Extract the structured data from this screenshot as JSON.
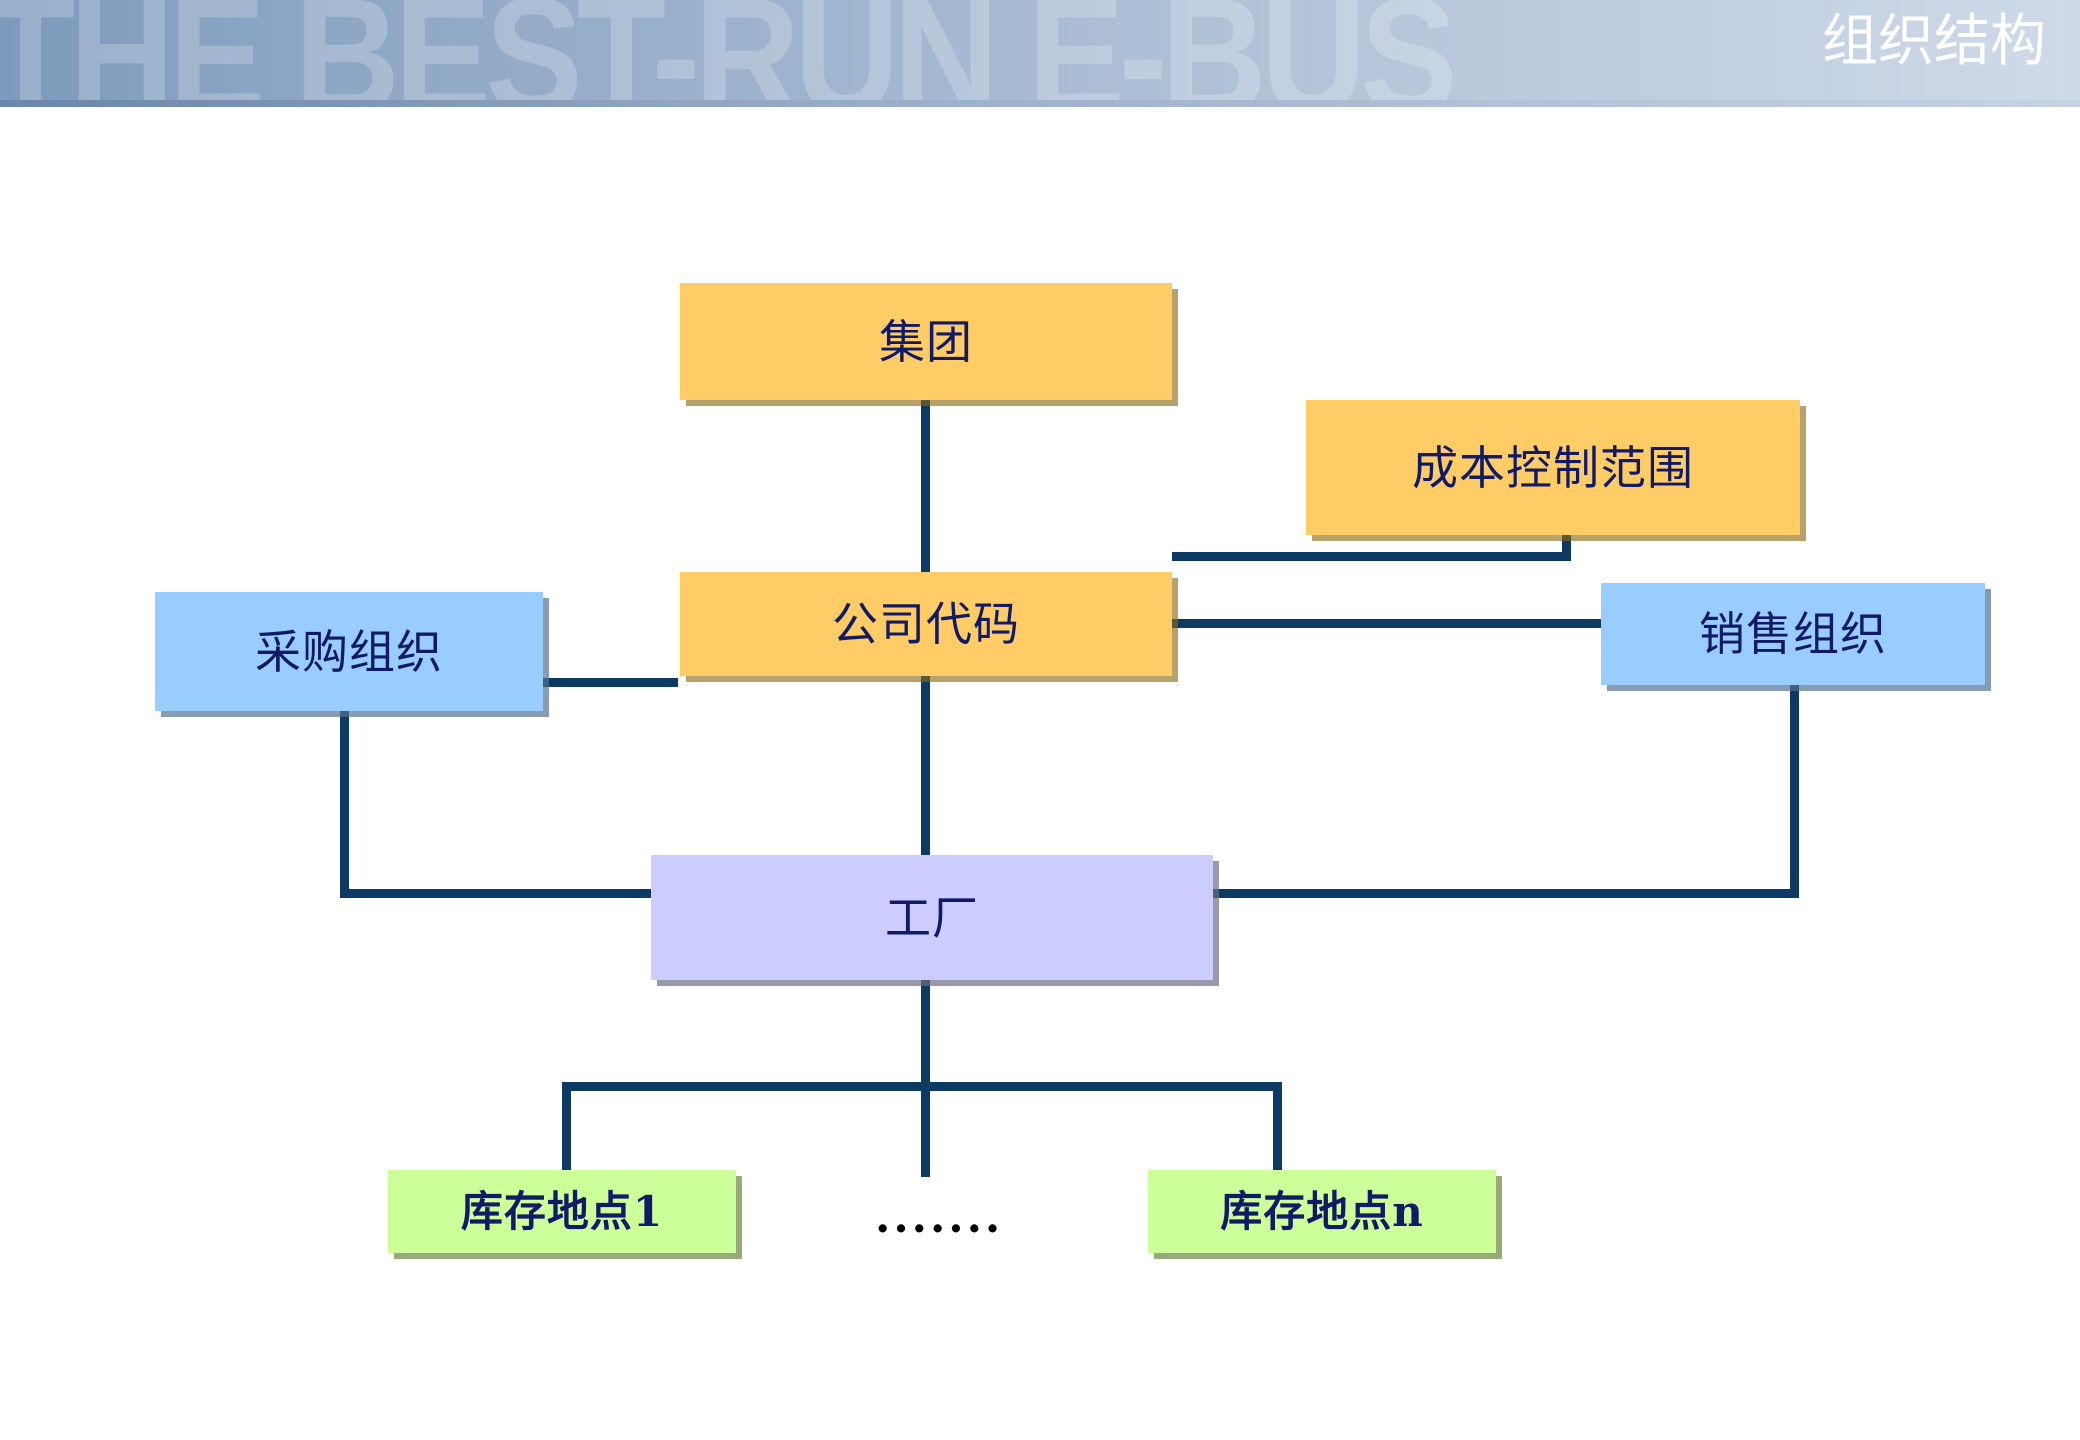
{
  "header": {
    "title": "组织结构",
    "watermark": "THE BEST-RUN E-BUS",
    "gradient_start": "#7d99bb",
    "gradient_end": "#cfdae9",
    "title_color": "#ffffff"
  },
  "diagram": {
    "type": "organization-hierarchy",
    "line_color": "#0d3a63",
    "text_color": "#111a66",
    "nodes": [
      {
        "id": "group",
        "label": "集团",
        "color": "#ffcc66"
      },
      {
        "id": "cost_center",
        "label": "成本控制范围",
        "color": "#ffcc66"
      },
      {
        "id": "purchasing",
        "label": "采购组织",
        "color": "#99ccff"
      },
      {
        "id": "company_code",
        "label": "公司代码",
        "color": "#ffcc66"
      },
      {
        "id": "sales",
        "label": "销售组织",
        "color": "#99ccff"
      },
      {
        "id": "plant",
        "label": "工厂",
        "color": "#ccccff"
      },
      {
        "id": "storage_1",
        "label": "库存地点1",
        "color": "#ccff99"
      },
      {
        "id": "storage_n",
        "label": "库存地点n",
        "color": "#ccff99"
      }
    ],
    "ellipsis": ".......",
    "connections": [
      {
        "from": "group",
        "to": "company_code"
      },
      {
        "from": "company_code",
        "to": "cost_center"
      },
      {
        "from": "company_code",
        "to": "purchasing"
      },
      {
        "from": "company_code",
        "to": "sales"
      },
      {
        "from": "company_code",
        "to": "plant"
      },
      {
        "from": "purchasing",
        "to": "plant"
      },
      {
        "from": "sales",
        "to": "plant"
      },
      {
        "from": "plant",
        "to": "storage_1"
      },
      {
        "from": "plant",
        "to": "storage_n"
      }
    ]
  }
}
